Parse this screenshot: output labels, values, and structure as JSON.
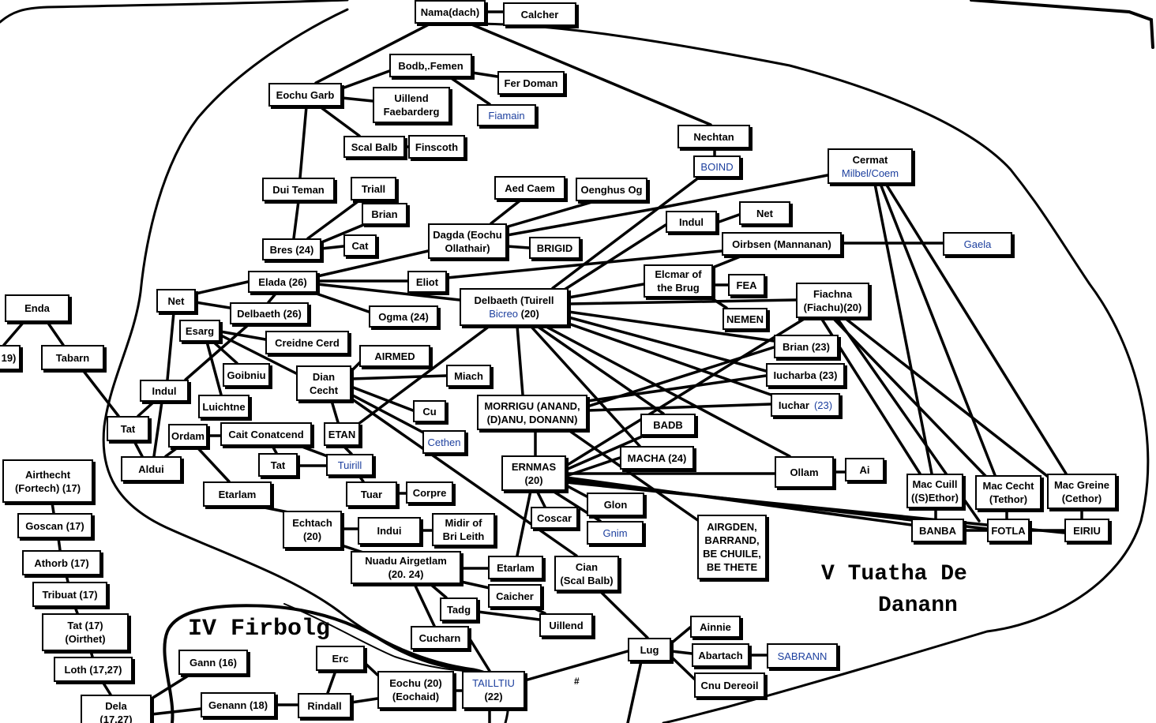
{
  "colors": {
    "ink": "#000000",
    "blue": "#1c3f9e"
  },
  "regions": {
    "firbolg": "IV Firbolg",
    "tuatha_line1": "V Tuatha De",
    "tuatha_line2": "Danann"
  },
  "mark": "#",
  "nodes": [
    {
      "id": "nama",
      "lines": [
        "Nama(dach)"
      ]
    },
    {
      "id": "calcher",
      "lines": [
        "Calcher"
      ]
    },
    {
      "id": "bodb",
      "lines": [
        "Bodb,.Femen"
      ]
    },
    {
      "id": "ferdoman",
      "lines": [
        "Fer Doman"
      ]
    },
    {
      "id": "eochugarb",
      "lines": [
        "Eochu Garb"
      ]
    },
    {
      "id": "uillendf",
      "lines": [
        "Uillend",
        "Faebarderg"
      ]
    },
    {
      "id": "fiamain",
      "lines": [
        "Fiamain"
      ],
      "blue": [
        0
      ]
    },
    {
      "id": "scalbalb",
      "lines": [
        "Scal Balb"
      ]
    },
    {
      "id": "finscoth",
      "lines": [
        "Finscoth"
      ]
    },
    {
      "id": "nechtan",
      "lines": [
        "Nechtan"
      ]
    },
    {
      "id": "boind",
      "lines": [
        "BOIND"
      ],
      "blue": [
        0
      ]
    },
    {
      "id": "cermat",
      "lines": [
        "Cermat",
        "Milbel/Coem"
      ],
      "blue": [
        1
      ]
    },
    {
      "id": "duiteman",
      "lines": [
        "Dui Teman"
      ]
    },
    {
      "id": "triall",
      "lines": [
        "Triall"
      ]
    },
    {
      "id": "aedcaem",
      "lines": [
        "Aed Caem"
      ]
    },
    {
      "id": "oenghus",
      "lines": [
        "Oenghus Og"
      ]
    },
    {
      "id": "brian1",
      "lines": [
        "Brian"
      ]
    },
    {
      "id": "indulr",
      "lines": [
        "Indul"
      ]
    },
    {
      "id": "netr",
      "lines": [
        "Net"
      ]
    },
    {
      "id": "dagda",
      "lines": [
        "Dagda (Eochu",
        "Ollathair)"
      ]
    },
    {
      "id": "brigid",
      "lines": [
        "BRIGID"
      ]
    },
    {
      "id": "bres",
      "lines": [
        "Bres  (24)"
      ]
    },
    {
      "id": "cat",
      "lines": [
        "Cat"
      ]
    },
    {
      "id": "oirbsen",
      "lines": [
        "Oirbsen (Mannanan)"
      ]
    },
    {
      "id": "gaela",
      "lines": [
        "Gaela"
      ],
      "blue": [
        0
      ]
    },
    {
      "id": "elada",
      "lines": [
        "Elada  (26)"
      ]
    },
    {
      "id": "eliot",
      "lines": [
        "Eliot"
      ]
    },
    {
      "id": "elcmar",
      "lines": [
        "Elcmar  of",
        "the  Brug"
      ]
    },
    {
      "id": "fea",
      "lines": [
        "FEA"
      ]
    },
    {
      "id": "fiachna",
      "lines": [
        "Fiachna",
        "(Fiachu)(20)"
      ]
    },
    {
      "id": "netl",
      "lines": [
        "Net"
      ]
    },
    {
      "id": "enda",
      "lines": [
        "Enda"
      ]
    },
    {
      "id": "delbaeth26",
      "lines": [
        "Delbaeth  (26)"
      ]
    },
    {
      "id": "ogma",
      "lines": [
        "Ogma  (24)"
      ]
    },
    {
      "id": "delbaetht",
      "lines": [
        "Delbaeth  (Tuirell"
      ],
      "extra": {
        "blue": "Bicreo",
        "black": "(20)"
      }
    },
    {
      "id": "nemen",
      "lines": [
        "NEMEN"
      ]
    },
    {
      "id": "esarg",
      "lines": [
        "Esarg"
      ]
    },
    {
      "id": "creidne",
      "lines": [
        "Creidne  Cerd"
      ]
    },
    {
      "id": "p19",
      "lines": [
        "19)"
      ]
    },
    {
      "id": "tabarn",
      "lines": [
        "Tabarn"
      ]
    },
    {
      "id": "brian23",
      "lines": [
        "Brian  (23)"
      ]
    },
    {
      "id": "airmed",
      "lines": [
        "AIRMED"
      ]
    },
    {
      "id": "goibniu",
      "lines": [
        "Goibniu"
      ]
    },
    {
      "id": "diancecht",
      "lines": [
        "Dian",
        "Cecht"
      ]
    },
    {
      "id": "miach",
      "lines": [
        "Miach"
      ]
    },
    {
      "id": "iucharba",
      "lines": [
        "Iucharba  (23)"
      ]
    },
    {
      "id": "indull",
      "lines": [
        "Indul"
      ]
    },
    {
      "id": "luichtne",
      "lines": [
        "Luichtne"
      ]
    },
    {
      "id": "iuchar",
      "lines": [
        "Iuchar"
      ],
      "extra": {
        "blue": "(23)"
      }
    },
    {
      "id": "cu",
      "lines": [
        "Cu"
      ]
    },
    {
      "id": "morrigu",
      "lines": [
        "MORRIGU (ANAND,",
        "(D)ANU, DONANN)"
      ]
    },
    {
      "id": "tatl",
      "lines": [
        "Tat"
      ]
    },
    {
      "id": "ordam",
      "lines": [
        "Ordam"
      ]
    },
    {
      "id": "cait",
      "lines": [
        "Cait Conatcend"
      ]
    },
    {
      "id": "etan",
      "lines": [
        "ETAN"
      ]
    },
    {
      "id": "badb",
      "lines": [
        "BADB"
      ]
    },
    {
      "id": "cethen",
      "lines": [
        "Cethen"
      ],
      "blue": [
        0
      ]
    },
    {
      "id": "macha",
      "lines": [
        "MACHA  (24)"
      ]
    },
    {
      "id": "tatc",
      "lines": [
        "Tat"
      ]
    },
    {
      "id": "tuirill",
      "lines": [
        "Tuirill"
      ],
      "blue": [
        0
      ]
    },
    {
      "id": "ernmas",
      "lines": [
        "ERNMAS",
        "(20)"
      ]
    },
    {
      "id": "ollam",
      "lines": [
        "Ollam"
      ]
    },
    {
      "id": "ai",
      "lines": [
        "Ai"
      ]
    },
    {
      "id": "aldui",
      "lines": [
        "Aldui"
      ]
    },
    {
      "id": "airthecht",
      "lines": [
        "Airthecht",
        "(Fortech)  (17)"
      ]
    },
    {
      "id": "etarlaml",
      "lines": [
        "Etarlam"
      ]
    },
    {
      "id": "tuar",
      "lines": [
        "Tuar"
      ]
    },
    {
      "id": "corpre",
      "lines": [
        "Corpre"
      ]
    },
    {
      "id": "maccuill",
      "lines": [
        "Mac Cuill",
        "((S)Ethor)"
      ]
    },
    {
      "id": "maccecht",
      "lines": [
        "Mac Cecht",
        "(Tethor)"
      ]
    },
    {
      "id": "macgreine",
      "lines": [
        "Mac Greine",
        "(Cethor)"
      ]
    },
    {
      "id": "glon",
      "lines": [
        "Glon"
      ]
    },
    {
      "id": "coscar",
      "lines": [
        "Coscar"
      ]
    },
    {
      "id": "goscan",
      "lines": [
        "Goscan (17)"
      ]
    },
    {
      "id": "echtach",
      "lines": [
        "Echtach",
        "(20)"
      ]
    },
    {
      "id": "indui",
      "lines": [
        "Indui"
      ]
    },
    {
      "id": "midir",
      "lines": [
        "Midir  of",
        "Bri  Leith"
      ]
    },
    {
      "id": "airgden",
      "lines": [
        "AIRGDEN,",
        "BARRAND,",
        "BE CHUILE,",
        "BE THETE"
      ]
    },
    {
      "id": "banba",
      "lines": [
        "BANBA"
      ]
    },
    {
      "id": "fotla",
      "lines": [
        "FOTLA"
      ]
    },
    {
      "id": "eiriu",
      "lines": [
        "EIRIU"
      ]
    },
    {
      "id": "gnim",
      "lines": [
        "Gnim"
      ],
      "blue": [
        0
      ]
    },
    {
      "id": "athorb",
      "lines": [
        "Athorb  (17)"
      ]
    },
    {
      "id": "nuadu",
      "lines": [
        "Nuadu  Airgetlam",
        "(20.  24)"
      ]
    },
    {
      "id": "etarlamc",
      "lines": [
        "Etarlam"
      ]
    },
    {
      "id": "cian",
      "lines": [
        "Cian",
        "(Scal  Balb)"
      ]
    },
    {
      "id": "tribuat",
      "lines": [
        "Tribuat  (17)"
      ]
    },
    {
      "id": "caicher",
      "lines": [
        "Caicher"
      ]
    },
    {
      "id": "tadg",
      "lines": [
        "Tadg"
      ]
    },
    {
      "id": "uillend",
      "lines": [
        "Uillend"
      ]
    },
    {
      "id": "tat17",
      "lines": [
        "Tat  (17)",
        "(Oirthet)"
      ]
    },
    {
      "id": "ainnie",
      "lines": [
        "Ainnie"
      ]
    },
    {
      "id": "cucharn",
      "lines": [
        "Cucharn"
      ]
    },
    {
      "id": "lug",
      "lines": [
        "Lug"
      ]
    },
    {
      "id": "abartach",
      "lines": [
        "Abartach"
      ]
    },
    {
      "id": "sabrann",
      "lines": [
        "SABRANN"
      ],
      "blue": [
        0
      ]
    },
    {
      "id": "erc",
      "lines": [
        "Erc"
      ]
    },
    {
      "id": "gann",
      "lines": [
        "Gann (16)"
      ]
    },
    {
      "id": "loth",
      "lines": [
        "Loth  (17,27)"
      ]
    },
    {
      "id": "eochu20",
      "lines": [
        "Eochu  (20)",
        "(Eochaid)"
      ]
    },
    {
      "id": "tailltiu",
      "lines": [
        "TAILLTIU",
        "(22)"
      ],
      "blue": [
        0
      ]
    },
    {
      "id": "cnu",
      "lines": [
        "Cnu Dereoil"
      ]
    },
    {
      "id": "genann",
      "lines": [
        "Genann (18)"
      ]
    },
    {
      "id": "rindall",
      "lines": [
        "Rindall"
      ]
    },
    {
      "id": "dela",
      "lines": [
        "Dela",
        "(17,27)"
      ]
    }
  ]
}
